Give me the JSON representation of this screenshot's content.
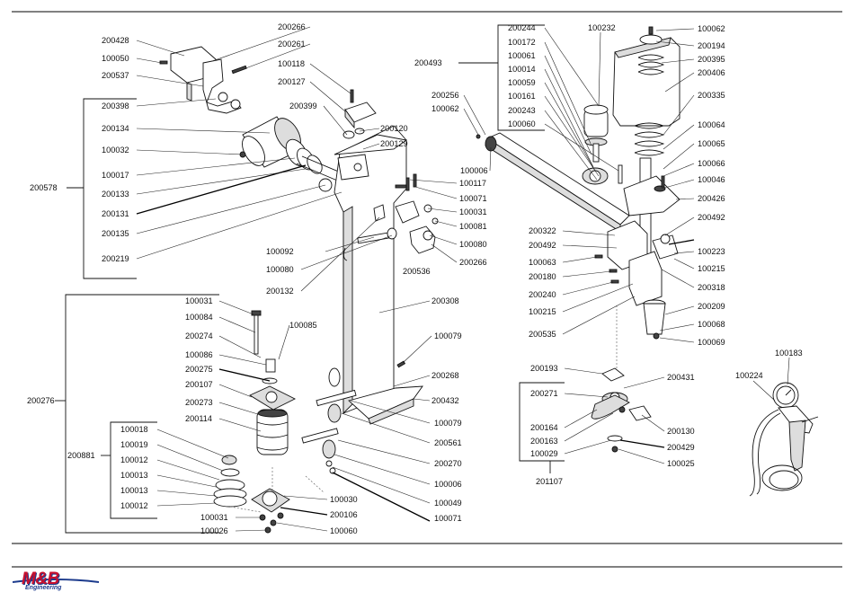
{
  "diagram": {
    "labels": {
      "l200266a": "200266",
      "l200428": "200428",
      "l200261": "200261",
      "l100050": "100050",
      "l100118": "100118",
      "l200537": "200537",
      "l200127": "200127",
      "l200398": "200398",
      "l200399": "200399",
      "l200134": "200134",
      "l200120": "200120",
      "l200129": "200129",
      "l100032": "100032",
      "l100017": "100017",
      "l200578": "200578",
      "l200133": "200133",
      "l200131": "200131",
      "l200135": "200135",
      "l200219": "200219",
      "l100092": "100092",
      "l100080a": "100080",
      "l200132": "200132",
      "l100117": "100117",
      "l100071a": "100071",
      "l100031a": "100031",
      "l100081": "100081",
      "l100080b": "100080",
      "l200266b": "200266",
      "l200536": "200536",
      "l200308": "200308",
      "l100079a": "100079",
      "l200268": "200268",
      "l200432": "200432",
      "l100079b": "100079",
      "l200561": "200561",
      "l200270": "200270",
      "l100006a": "100006",
      "l100049": "100049",
      "l100071b": "100071",
      "l100031b": "100031",
      "l100084": "100084",
      "l100085": "100085",
      "l200274": "200274",
      "l100086": "100086",
      "l200275": "200275",
      "l200107": "200107",
      "l200276": "200276",
      "l200273": "200273",
      "l200114": "200114",
      "l100018": "100018",
      "l100019": "100019",
      "l200881": "200881",
      "l100012a": "100012",
      "l100013a": "100013",
      "l100013b": "100013",
      "l100012b": "100012",
      "l100030": "100030",
      "l100031c": "100031",
      "l200106": "200106",
      "l100026": "100026",
      "l100060a": "100060",
      "l200244": "200244",
      "l100232": "100232",
      "l100062a": "100062",
      "l100172": "100172",
      "l200194": "200194",
      "l200493": "200493",
      "l100061": "100061",
      "l200395": "200395",
      "l100014": "100014",
      "l200406": "200406",
      "l100059": "100059",
      "l200256": "200256",
      "l100161": "100161",
      "l200335": "200335",
      "l100062b": "100062",
      "l200243": "200243",
      "l100060b": "100060",
      "l100064": "100064",
      "l100065": "100065",
      "l100006b": "100006",
      "l100066": "100066",
      "l100046": "100046",
      "l200426": "200426",
      "l200492a": "200492",
      "l200322": "200322",
      "l200492b": "200492",
      "l100223": "100223",
      "l100063": "100063",
      "l100215a": "100215",
      "l200180": "200180",
      "l200318": "200318",
      "l200240": "200240",
      "l200209": "200209",
      "l100215b": "100215",
      "l100068": "100068",
      "l200535": "200535",
      "l100069": "100069",
      "l100183": "100183",
      "l200193": "200193",
      "l200431": "200431",
      "l100224": "100224",
      "l200271": "200271",
      "l200164": "200164",
      "l200130": "200130",
      "l200163": "200163",
      "l200429": "200429",
      "l100029": "100029",
      "l100025": "100025",
      "l201107": "201107"
    }
  },
  "footer": {
    "logo_main": "M&B",
    "logo_sub": "Engineering",
    "brand_red": "#c8102e",
    "brand_blue": "#1b3a8c"
  }
}
